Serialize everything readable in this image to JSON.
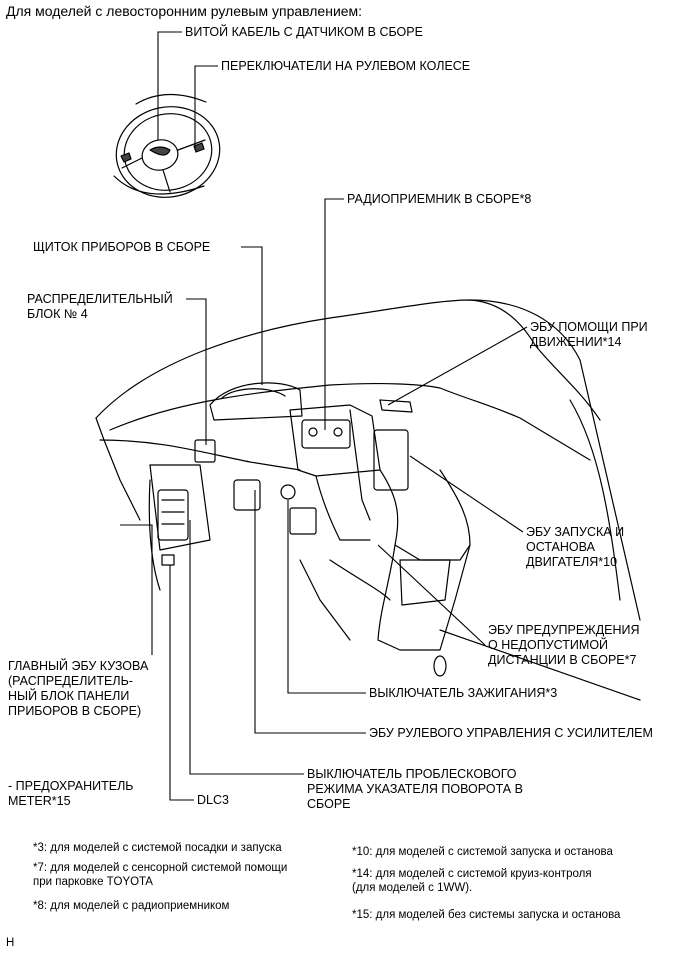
{
  "title": "Для моделей с левосторонним рулевым управлением:",
  "labels": {
    "spiral_cable": "ВИТОЙ КАБЕЛЬ С ДАТЧИКОМ В СБОРЕ",
    "steering_switches": "ПЕРЕКЛЮЧАТЕЛИ НА РУЛЕВОМ КОЛЕСЕ",
    "radio": "РАДИОПРИЕМНИК В СБОРЕ*8",
    "combination_meter": "ЩИТОК ПРИБОРОВ В СБОРЕ",
    "junction_block_4": "РАСПРЕДЕЛИТЕЛЬНЫЙ\nБЛОК № 4",
    "driving_support_ecu": "ЭБУ ПОМОЩИ ПРИ\nДВИЖЕНИИ*14",
    "stop_start_ecu": "ЭБУ ЗАПУСКА И\nОСТАНОВА\nДВИГАТЕЛЯ*10",
    "clearance_warning_ecu": "ЭБУ ПРЕДУПРЕЖДЕНИЯ\nО НЕДОПУСТИМОЙ\nДИСТАНЦИИ В СБОРЕ*7",
    "main_body_ecu": "ГЛАВНЫЙ ЭБУ КУЗОВА\n(РАСПРЕДЕЛИТЕЛЬ-\nНЫЙ БЛОК ПАНЕЛИ\nПРИБОРОВ В СБОРЕ)",
    "ignition_switch": "ВЫКЛЮЧАТЕЛЬ ЗАЖИГАНИЯ*3",
    "power_steering_ecu": "ЭБУ РУЛЕВОГО УПРАВЛЕНИЯ С УСИЛИТЕЛЕМ",
    "fuse_meter": "- ПРЕДОХРАНИТЕЛЬ\nMETER*15",
    "dlc3": "DLC3",
    "hazard_switch": "ВЫКЛЮЧАТЕЛЬ ПРОБЛЕСКОВОГО\nРЕЖИМА УКАЗАТЕЛЯ ПОВОРОТА В\nСБОРЕ"
  },
  "notes": {
    "n3": "*3: для моделей с системой посадки и запуска",
    "n7": "*7: для моделей с сенсорной системой помощи\nпри парковке TOYOTA",
    "n8": "*8: для моделей с радиоприемником",
    "n10": "*10: для моделей с системой запуска и останова",
    "n14": "*14: для моделей с системой круиз-контроля\n(для моделей с 1WW).",
    "n15": "*15: для моделей без системы запуска и останова"
  },
  "footer_mark": "H"
}
